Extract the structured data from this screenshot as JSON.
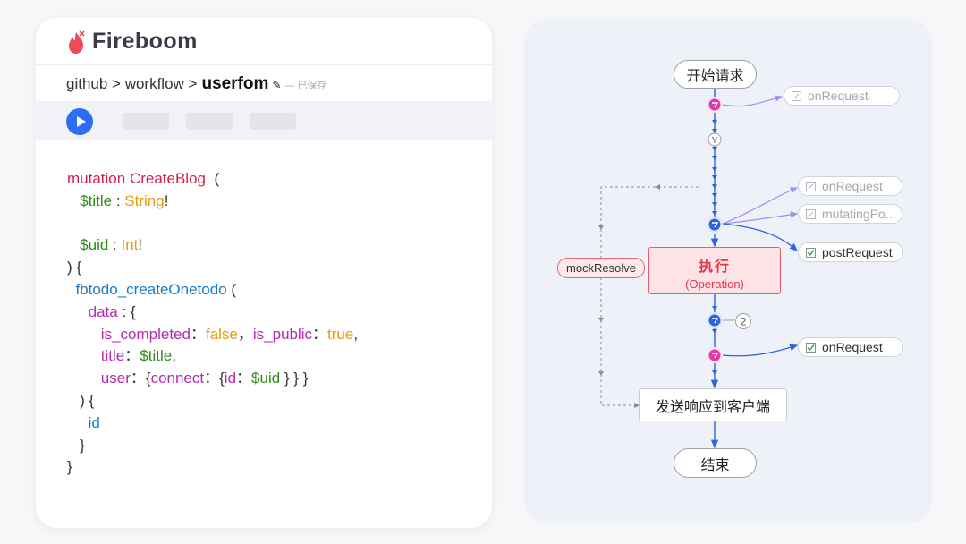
{
  "app": {
    "name": "Fireboom"
  },
  "breadcrumb": {
    "path": "github > workflow >",
    "current": "userfom",
    "pen_icon": "pencil-icon",
    "status": "— 已保存"
  },
  "toolbar": {
    "run_icon": "play-icon",
    "accent": "#2c6df2"
  },
  "code": {
    "lines": [
      [
        {
          "t": "mutation ",
          "c": "kw"
        },
        {
          "t": "CreateBlog",
          "c": "kw"
        },
        {
          "t": "  (",
          "c": "plain"
        }
      ],
      [
        {
          "t": "   ",
          "c": "plain"
        },
        {
          "t": "$title",
          "c": "var"
        },
        {
          "t": " : ",
          "c": "plain"
        },
        {
          "t": "String",
          "c": "type"
        },
        {
          "t": "!",
          "c": "plain"
        }
      ],
      [],
      [
        {
          "t": "   ",
          "c": "plain"
        },
        {
          "t": "$uid",
          "c": "var"
        },
        {
          "t": " : ",
          "c": "plain"
        },
        {
          "t": "Int",
          "c": "type"
        },
        {
          "t": "!",
          "c": "plain"
        }
      ],
      [
        {
          "t": ") {",
          "c": "plain"
        }
      ],
      [
        {
          "t": "  ",
          "c": "plain"
        },
        {
          "t": "fbtodo_createOnetodo",
          "c": "fn"
        },
        {
          "t": " (",
          "c": "plain"
        }
      ],
      [
        {
          "t": "     ",
          "c": "plain"
        },
        {
          "t": "data",
          "c": "fld"
        },
        {
          "t": " : {",
          "c": "plain"
        }
      ],
      [
        {
          "t": "        ",
          "c": "plain"
        },
        {
          "t": "is_completed",
          "c": "fld"
        },
        {
          "t": "：",
          "c": "plain"
        },
        {
          "t": "false",
          "c": "bool"
        },
        {
          "t": "，",
          "c": "plain"
        },
        {
          "t": "is_public",
          "c": "fld"
        },
        {
          "t": "：",
          "c": "plain"
        },
        {
          "t": "true",
          "c": "bool"
        },
        {
          "t": ",",
          "c": "plain"
        }
      ],
      [
        {
          "t": "        ",
          "c": "plain"
        },
        {
          "t": "title",
          "c": "fld"
        },
        {
          "t": "：",
          "c": "plain"
        },
        {
          "t": "$title",
          "c": "var"
        },
        {
          "t": ",",
          "c": "plain"
        }
      ],
      [
        {
          "t": "        ",
          "c": "plain"
        },
        {
          "t": "user",
          "c": "fld"
        },
        {
          "t": "：{",
          "c": "plain"
        },
        {
          "t": "connect",
          "c": "fld"
        },
        {
          "t": "：{",
          "c": "plain"
        },
        {
          "t": "id",
          "c": "fld"
        },
        {
          "t": "：",
          "c": "plain"
        },
        {
          "t": "$uid",
          "c": "var"
        },
        {
          "t": " } } }",
          "c": "plain"
        }
      ],
      [
        {
          "t": "   ) {",
          "c": "plain"
        }
      ],
      [
        {
          "t": "     ",
          "c": "plain"
        },
        {
          "t": "id",
          "c": "fn"
        }
      ],
      [
        {
          "t": "   }",
          "c": "plain"
        }
      ],
      [
        {
          "t": "}",
          "c": "plain"
        }
      ]
    ]
  },
  "flow": {
    "start": "开始请求",
    "y_label": "Y",
    "execute": {
      "title": "执行",
      "subtitle": "(Operation)"
    },
    "mock": "mockResolve",
    "step_num": "2",
    "respond": "发送响应到客户端",
    "end": "结束",
    "hooks": [
      {
        "label": "onRequest",
        "state": "off"
      },
      {
        "label": "onRequest",
        "state": "off"
      },
      {
        "label": "mutatingPo...",
        "state": "off"
      },
      {
        "label": "postRequest",
        "state": "on"
      },
      {
        "label": "onRequest",
        "state": "on"
      }
    ],
    "colors": {
      "pink": "#e03aa6",
      "blue": "#2f64e0",
      "purple": "#a58cf0"
    }
  }
}
